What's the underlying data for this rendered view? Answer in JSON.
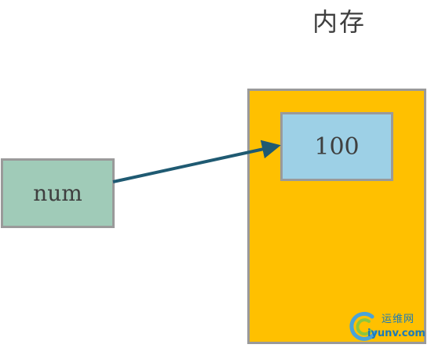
{
  "memory": {
    "title": "内存",
    "value": "100"
  },
  "variable": {
    "name": "num"
  },
  "colors": {
    "memory_fill": "#ffc000",
    "value_fill": "#9dd0e6",
    "variable_fill": "#a0cbb8",
    "arrow": "#1f5a72",
    "border": "#9a9a9a"
  },
  "watermark": {
    "site_name": "运维网",
    "url": "iyunv.com"
  }
}
